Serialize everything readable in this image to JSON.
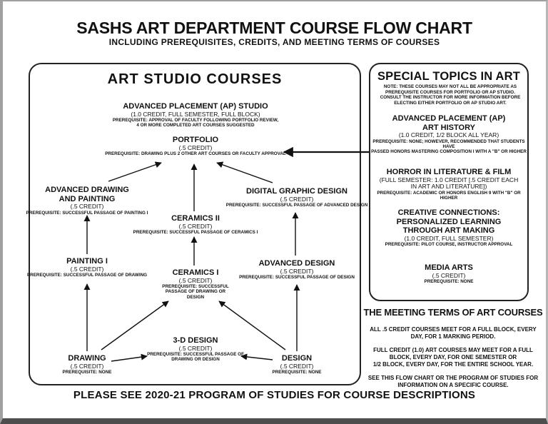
{
  "header": {
    "title": "SASHS ART DEPARTMENT COURSE FLOW CHART",
    "subtitle": "INCLUDING PREREQUISITES, CREDITS, AND MEETING TERMS OF COURSES"
  },
  "art_studio": {
    "heading": "ART STUDIO COURSES",
    "nodes": {
      "ap_studio": {
        "title": "ADVANCED PLACEMENT (AP) STUDIO",
        "credit": "(1.0 CREDIT, FULL SEMESTER, FULL BLOCK)",
        "prereq": "PREREQUISITE: APPROVAL OF FACULTY FOLLOWING PORTFOLIO REVIEW,\n4 OR MORE COMPLETED ART COURSES SUGGESTED"
      },
      "portfolio": {
        "title": "PORTFOLIO",
        "credit": "(.5 CREDIT)",
        "prereq": "PREREQUISITE: DRAWING PLUS 2 OTHER ART COURSES OR FACULTY APPROVAL"
      },
      "advanced_drawing_painting": {
        "title": "ADVANCED DRAWING\nAND PAINTING",
        "credit": "(.5 CREDIT)",
        "prereq": "PREREQUISITE: SUCCESSFUL PASSAGE OF PAINTING I"
      },
      "digital_graphic_design": {
        "title": "DIGITAL GRAPHIC DESIGN",
        "credit": "(.5 CREDIT)",
        "prereq": "PREREQUISITE: SUCCESSFUL PASSAGE OF ADVANCED DESIGN"
      },
      "ceramics_2": {
        "title": "CERAMICS II",
        "credit": "(.5 CREDIT)",
        "prereq": "PREREQUISITE: SUCCESSFUL PASSAGE OF CERAMICS I"
      },
      "painting_1": {
        "title": "PAINTING I",
        "credit": "(.5 CREDIT)",
        "prereq": "PREREQUISITE: SUCCESSFUL PASSAGE OF DRAWING"
      },
      "ceramics_1": {
        "title": "CERAMICS I",
        "credit": "(.5 CREDIT)",
        "prereq": "PREREQUISITE: SUCCESSFUL\nPASSAGE OF DRAWING OR\nDESIGN"
      },
      "advanced_design": {
        "title": "ADVANCED DESIGN",
        "credit": "(.5 CREDIT)",
        "prereq": "PREREQUISITE: SUCCESSFUL PASSAGE OF DESIGN"
      },
      "three_d_design": {
        "title": "3-D DESIGN",
        "credit": "(.5 CREDIT)",
        "prereq": "PREREQUISITE: SUCCESSFUL PASSAGE OF\nDRAWING OR DESIGN"
      },
      "drawing": {
        "title": "DRAWING",
        "credit": "(.5 CREDIT)",
        "prereq": "PREREQUISITE: NONE"
      },
      "design": {
        "title": "DESIGN",
        "credit": "(.5 CREDIT)",
        "prereq": "PREREQUISITE: NONE"
      }
    }
  },
  "special_topics": {
    "heading": "SPECIAL TOPICS IN ART",
    "note": "NOTE: THESE COURSES MAY NOT ALL BE APPROPRIATE AS\nPREREQUISITE COURSES FOR PORTFOLIO OR AP STUDIO.\nCONSULT THE INSTRUCTOR FOR MORE INFORMATION BEFORE\nELECTING EITHER PORTFOLIO OR AP STUDIO ART.",
    "courses": {
      "ap_art_history": {
        "title": "ADVANCED PLACEMENT (AP)\nART HISTORY",
        "credit": "(1.0 CREDIT, 1/2 BLOCK ALL YEAR)",
        "prereq": "PREREQUISITE: NONE; HOWEVER, RECOMMENDED THAT STUDENTS HAVE\nPASSED HONORS MASTERING COMPOSITION I WITH A \"B\" OR HIGHER"
      },
      "horror_lit_film": {
        "title": "HORROR IN LITERATURE & FILM",
        "credit": "(FULL SEMESTER: 1.0 CREDIT [.5 CREDIT EACH\nIN ART AND LITERATURE])",
        "prereq": "PREREQUISITE: ACADEMIC OR HONORS ENGLISH 9 WITH \"B\" OR HIGHER"
      },
      "creative_connections": {
        "title": "CREATIVE CONNECTIONS:\nPERSONALIZED LEARNING\nTHROUGH ART MAKING",
        "credit": "(1.0 CREDIT, FULL SEMESTER)",
        "prereq": "PREREQUISITE: PILOT COURSE, INSTRUCTOR APPROVAL"
      },
      "media_arts": {
        "title": "MEDIA ARTS",
        "credit": "(.5 CREDIT)",
        "prereq": "PREREQUISITE: NONE"
      }
    }
  },
  "meeting_terms": {
    "heading": "THE MEETING TERMS OF ART COURSES",
    "paragraphs": [
      "ALL .5 CREDIT COURSES MEET FOR A FULL BLOCK, EVERY\nDAY, FOR 1 MARKING PERIOD.",
      "FULL CREDIT (1.0) ART COURSES MAY MEET FOR A FULL\nBLOCK, EVERY DAY, FOR ONE SEMESTER OR\n1/2 BLOCK, EVERY DAY, FOR THE ENTIRE SCHOOL YEAR.",
      "SEE THIS FLOW CHART OR THE PROGRAM OF STUDIES FOR\nINFORMATION ON A SPECIFIC COURSE."
    ]
  },
  "footer": {
    "text": "PLEASE SEE 2020-21 PROGRAM OF STUDIES FOR COURSE DESCRIPTIONS"
  }
}
